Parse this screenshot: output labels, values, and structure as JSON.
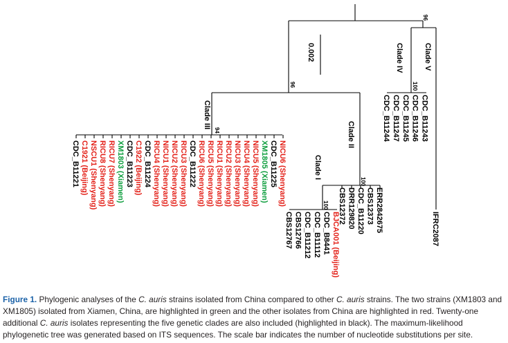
{
  "figure": {
    "colors": {
      "red": "#e32119",
      "green": "#0e9e3e",
      "black": "#000000",
      "caption_label": "#1b62a8"
    },
    "scale_bar": "0.002",
    "bootstrap": {
      "root_clade_v": "96",
      "clade_v": "100",
      "clade_iii_ii": "96",
      "clade_iii": "94",
      "clade_ii": "100",
      "clade_i": "100"
    },
    "clades": {
      "v": "Clade V",
      "iv": "Clade IV",
      "iii": "Clade III",
      "ii": "Clade II",
      "i": "Clade I"
    },
    "taxa": {
      "clade_iii": [
        {
          "text": "CDC_B11221",
          "color": "black"
        },
        {
          "text": "C1921 (Beijing)",
          "color": "red"
        },
        {
          "text": "NSCU1 (Shenyang)",
          "color": "red"
        },
        {
          "text": "RICU8 (Shenyang)",
          "color": "red"
        },
        {
          "text": "RICU7 (Shenyang)",
          "color": "red"
        },
        {
          "text": "XM1803 (Xiamen)",
          "color": "green"
        },
        {
          "text": "CDC_B11223",
          "color": "black"
        },
        {
          "text": "C1922 (Beijing)",
          "color": "red"
        },
        {
          "text": "CDC_B11224",
          "color": "black"
        },
        {
          "text": "RICU4 (Shenyang)",
          "color": "red"
        },
        {
          "text": "NICU1 (Shenyang)",
          "color": "red"
        },
        {
          "text": "NICU2 (Shenyang)",
          "color": "red"
        },
        {
          "text": "RICU3 (Shenyang)",
          "color": "red"
        },
        {
          "text": "CDC_B11222",
          "color": "black"
        },
        {
          "text": "RICU6 (Shenyang)",
          "color": "red"
        },
        {
          "text": "RICU5 (Shenyang)",
          "color": "red"
        },
        {
          "text": "RICU1 (Shenyang)",
          "color": "red"
        },
        {
          "text": "RICU2 (Shenyang)",
          "color": "red"
        },
        {
          "text": "NICU3 (Shenyang)",
          "color": "red"
        },
        {
          "text": "NICU4 (Shenyang)",
          "color": "red"
        },
        {
          "text": "NICU5 (Shenyang)",
          "color": "red"
        },
        {
          "text": "XM1805 (Xiamen)",
          "color": "green"
        },
        {
          "text": "CDC_B11225",
          "color": "black"
        },
        {
          "text": "NICU6 (Shenyang)",
          "color": "red"
        }
      ],
      "clade_i": [
        {
          "text": "CBS12767",
          "color": "black"
        },
        {
          "text": "CBS12766",
          "color": "black"
        },
        {
          "text": "CDC_B11212",
          "color": "black"
        },
        {
          "text": "CDC_B11112",
          "color": "black"
        },
        {
          "text": "CDC_B8441",
          "color": "black"
        },
        {
          "text": "BJCA001 (Beijing)",
          "color": "red"
        }
      ],
      "clade_ii": [
        {
          "text": "ERR2842675",
          "color": "black"
        },
        {
          "text": "CBS12373",
          "color": "black"
        },
        {
          "text": "CDC_B11220",
          "color": "black"
        },
        {
          "text": "DRR129820",
          "color": "black"
        },
        {
          "text": "CBS12372",
          "color": "black"
        }
      ],
      "clade_iv": [
        {
          "text": "CDC_B11244",
          "color": "black"
        },
        {
          "text": "CDC_B11247",
          "color": "black"
        },
        {
          "text": "CDC_B11245",
          "color": "black"
        },
        {
          "text": "CDC_B11246",
          "color": "black"
        },
        {
          "text": "CDC_B11243",
          "color": "black"
        }
      ],
      "clade_v": [
        {
          "text": "IFRC2087",
          "color": "black"
        }
      ]
    }
  },
  "caption": {
    "label": "Figure 1.",
    "s1": " Phylogenic analyses of the ",
    "s2": "C. auris",
    "s3": " strains isolated from China compared to other ",
    "s4": "C. auris",
    "s5": " strains. The two strains (XM1803 and XM1805) isolated from Xiamen, China, are highlighted in green and the other isolates from China are highlighted in red. Twenty-one additional ",
    "s6": "C. auris",
    "s7": " isolates representing the five genetic clades are also included (highlighted in black). The maximum-likelihood phylogenetic tree was generated based on ITS sequences. The scale bar indicates the number of nucleotide substitutions per site."
  }
}
